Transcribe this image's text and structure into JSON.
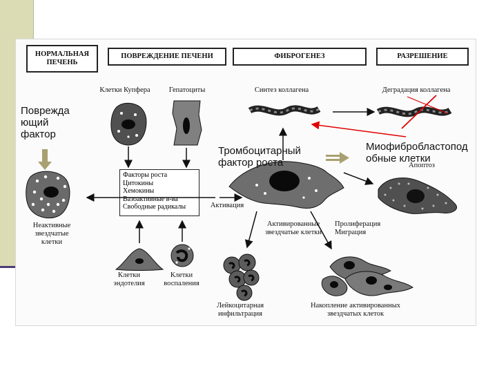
{
  "headers": {
    "normal_liver": "НОРМАЛЬНАЯ\nПЕЧЕНЬ",
    "liver_injury": "ПОВРЕЖДЕНИЕ ПЕЧЕНИ",
    "fibrogenesis": "ФИБРОГЕНЕЗ",
    "resolution": "РАЗРЕШЕНИЕ"
  },
  "labels": {
    "kupffer_cells": "Клетки Купфера",
    "hepatocytes": "Гепатоциты",
    "collagen_synthesis": "Синтез коллагена",
    "collagen_degradation": "Деградация коллагена",
    "apoptosis": "Апоптоз",
    "activation": "Активация",
    "inactive_stellate": "Неактивные\nзвездчатые\nклетки",
    "activated_stellate": "Активированные\nзвездчатые клетки",
    "proliferation": "Пролиферация\nМиграция",
    "endothelial_cells": "Клетки\nэндотелия",
    "inflammatory_cells": "Клетки\nвоспаления",
    "leukocyte_infiltration": "Лейкоцитарная\nинфильтрация",
    "accumulation": "Накопление активированных\nзвездчатых клеток"
  },
  "factors_box": [
    "Факторы роста",
    "Цитокины",
    "Хемокины",
    "Вазоактивные в-ва",
    "Свободные радикалы"
  ],
  "overlay": {
    "damaging_factor": "Поврежда\nющий\nфактор",
    "platelet_factor": "Тромбоцитарный\nфактор роста",
    "myofibroblast": "Миофибробластопод\nобные клетки"
  },
  "colors": {
    "accent_bar": "#dcdcb4",
    "accent_line": "#4a3c78",
    "overlay_arrow_red": "#e00000",
    "arrow_olive": "#a8a070"
  }
}
